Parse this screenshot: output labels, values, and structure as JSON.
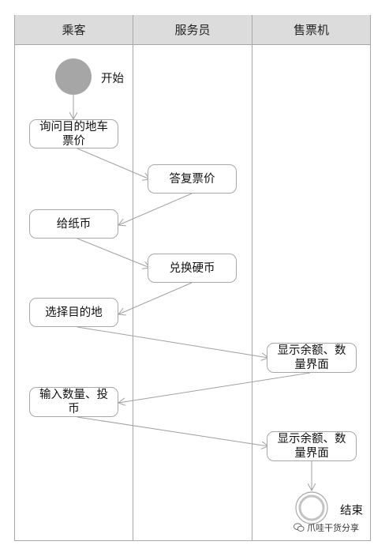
{
  "lanes": [
    "乘客",
    "服务员",
    "售票机"
  ],
  "start_label": "开始",
  "end_label": "结束",
  "nodes": {
    "ask_price": "询问目的地车\n票价",
    "reply_price": "答复票价",
    "give_bill": "给纸币",
    "exchange_coins": "兑换硬币",
    "choose_dest": "选择目的地",
    "show_balance_1": "显示余额、数\n量界面",
    "input_qty": "输入数量、投\n币",
    "show_balance_2": "显示余额、数\n量界面"
  },
  "watermark": "爪哇干货分享"
}
